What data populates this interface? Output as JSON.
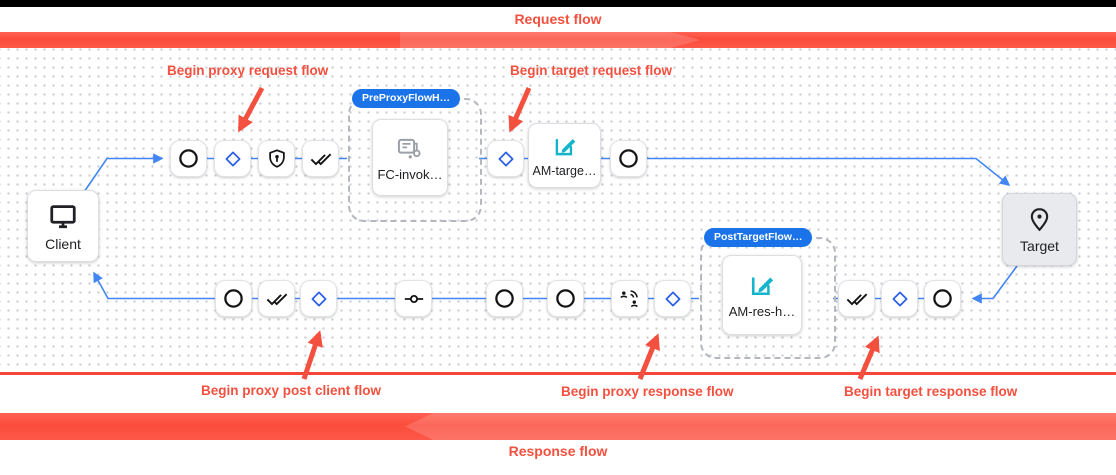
{
  "page": {
    "request_flow_label": "Request flow",
    "response_flow_label": "Response flow"
  },
  "annotations": {
    "proxy_request": "Begin proxy request flow",
    "target_request": "Begin target request flow",
    "proxy_post_client": "Begin proxy post client flow",
    "proxy_response": "Begin proxy response flow",
    "target_response": "Begin target response flow"
  },
  "endpoints": {
    "client": {
      "label": "Client",
      "icon": "monitor-icon"
    },
    "target": {
      "label": "Target",
      "icon": "location-pin-icon"
    }
  },
  "flow_hooks": {
    "pre_proxy": {
      "badge": "PreProxyFlowH…",
      "policy": {
        "label": "FC-invok…",
        "icon": "flow-callout-icon"
      }
    },
    "post_target": {
      "badge": "PostTargetFlow…",
      "policy": {
        "label": "AM-res-h…",
        "icon": "edit-icon"
      }
    }
  },
  "policies": {
    "am_target": {
      "label": "AM-targe…",
      "icon": "edit-icon"
    }
  },
  "steps": {
    "request_row_icons": [
      "circle-icon",
      "flow-condition-diamond-icon",
      "shield-lock-icon",
      "double-check-icon",
      "flow-condition-diamond-icon",
      "circle-icon"
    ],
    "response_row_icons": [
      "circle-icon",
      "double-check-icon",
      "flow-condition-diamond-icon",
      "commit-icon",
      "circle-icon",
      "circle-icon",
      "signal-icon",
      "flow-condition-diamond-icon",
      "double-check-icon",
      "flow-condition-diamond-icon",
      "circle-icon"
    ]
  },
  "colors": {
    "annotation_red": "#f4503f",
    "banner_red": "#fb4c3c",
    "badge_blue": "#1a73e8",
    "connector_blue": "#4285f4",
    "diamond_blue": "#2a5fe8",
    "edit_teal": "#12b5cb",
    "policy_gray": "#9aa0a6",
    "target_fill": "#e9eaed"
  }
}
